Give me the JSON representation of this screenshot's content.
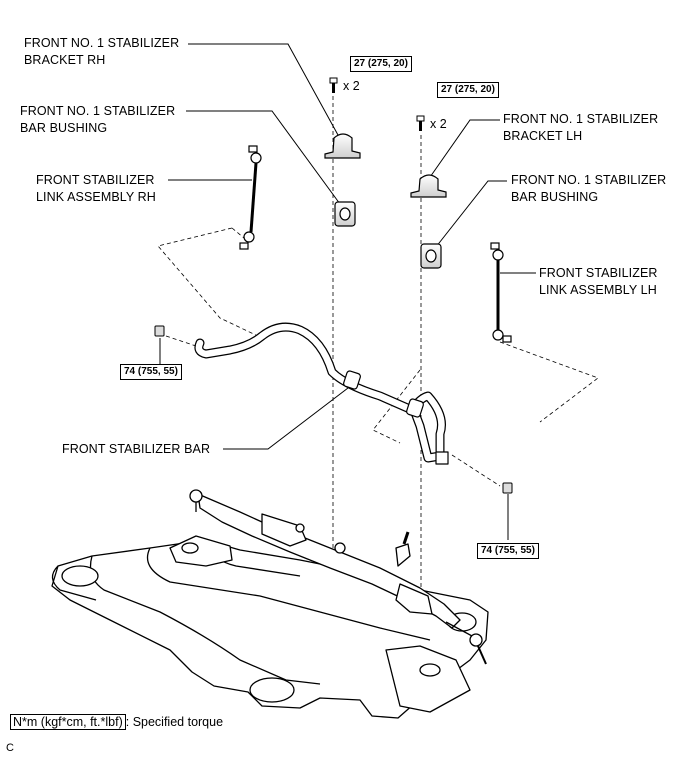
{
  "labels": {
    "bracket_rh_line1": "FRONT NO. 1 STABILIZER",
    "bracket_rh_line2": "BRACKET RH",
    "bushing_rh_line1": "FRONT NO. 1 STABILIZER",
    "bushing_rh_line2": "BAR BUSHING",
    "link_rh_line1": "FRONT STABILIZER",
    "link_rh_line2": "LINK ASSEMBLY RH",
    "bracket_lh_line1": "FRONT NO. 1 STABILIZER",
    "bracket_lh_line2": "BRACKET LH",
    "bushing_lh_line1": "FRONT NO. 1 STABILIZER",
    "bushing_lh_line2": "BAR BUSHING",
    "link_lh_line1": "FRONT STABILIZER",
    "link_lh_line2": "LINK ASSEMBLY LH",
    "stabilizer_bar": "FRONT STABILIZER BAR"
  },
  "torques": {
    "bracket_rh_bolt": "27 (275, 20)",
    "bracket_lh_bolt": "27 (275, 20)",
    "link_rh_nut": "74 (755, 55)",
    "link_lh_nut": "74 (755, 55)"
  },
  "quantities": {
    "bracket_rh_bolt": "x 2",
    "bracket_lh_bolt": "x 2"
  },
  "legend": {
    "unit": "N*m (kgf*cm, ft.*lbf)",
    "text": ": Specified torque"
  },
  "figure_code": "C"
}
